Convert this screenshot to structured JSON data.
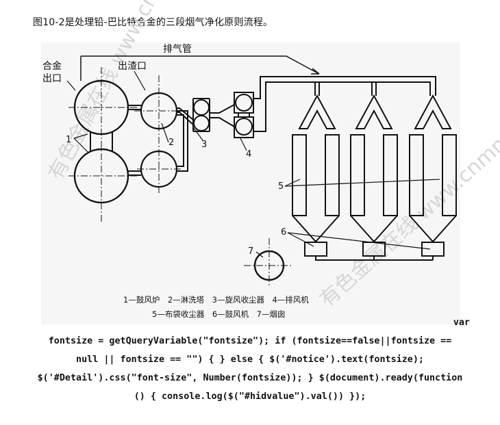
{
  "caption": "图10-2是处理铅-巴比特合金的三段烟气净化原则流程。",
  "diagram": {
    "labels": {
      "exhaust_pipe": "排气管",
      "alloy_outlet_line1": "合金",
      "alloy_outlet_line2": "出口",
      "slag_outlet": "出渣口",
      "n1": "1",
      "n2": "2",
      "n3": "3",
      "n4": "4",
      "n5": "5",
      "n6": "6",
      "n7": "7"
    },
    "legend": {
      "line1": "1—鼓风炉　2—淋洗塔　3—旋风收尘器　4—排风机",
      "line2": "5—布袋收尘器　6—鼓风机　7—烟囱"
    },
    "watermark_text": "有色金属在线 www.cnmn.com.cn"
  },
  "code": {
    "line0": "var",
    "line1": "fontsize = getQueryVariable(\"fontsize\"); if (fontsize==false||fontsize ==",
    "line2": "null || fontsize == \"\") { } else { $('#notice').text(fontsize);",
    "line3": "$('#Detail').css(\"font-size\", Number(fontsize)); } $(document).ready(function",
    "line4": "() { console.log($(\"#hidvalue\").val()) });"
  }
}
